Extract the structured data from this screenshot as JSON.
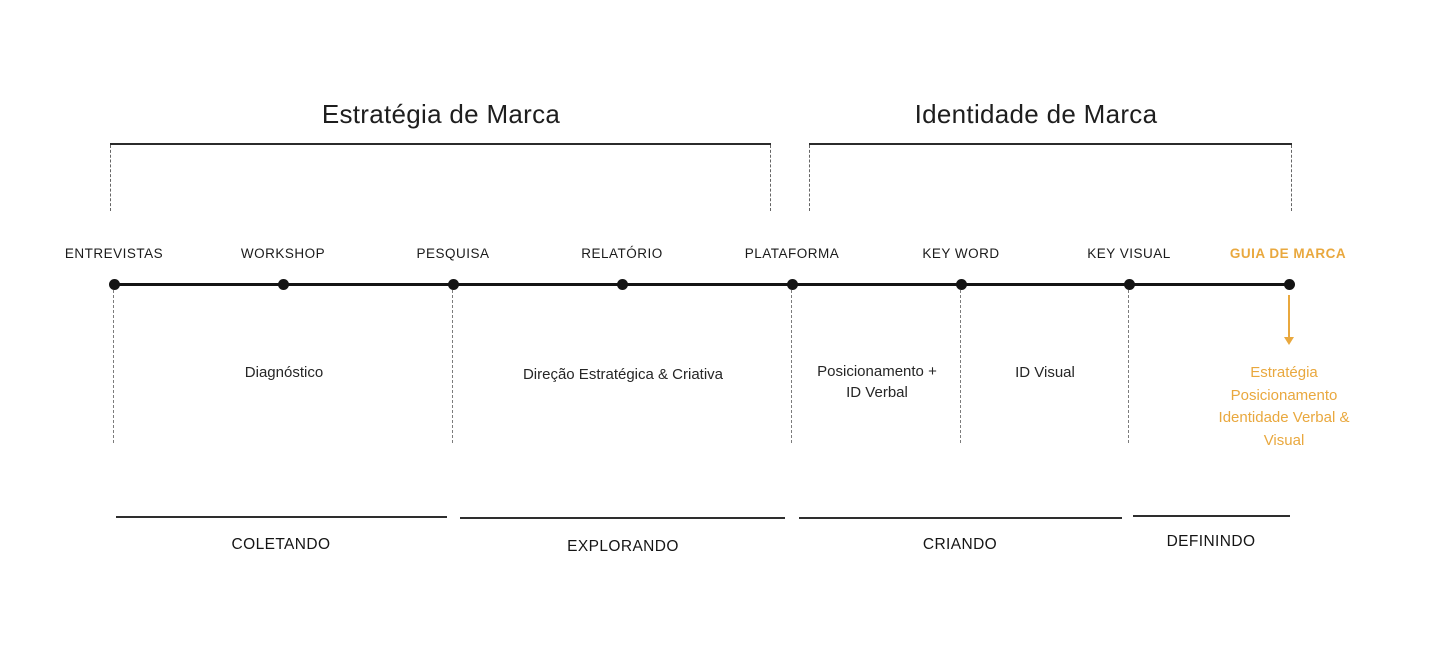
{
  "colors": {
    "accent_gold": "#E9A83E",
    "text_dark": "#1e1e1e",
    "line_dark": "#141414"
  },
  "sections": [
    {
      "title": "Estratégia de Marca"
    },
    {
      "title": "Identidade de Marca"
    }
  ],
  "timeline": {
    "stages": [
      {
        "label": "ENTREVISTAS"
      },
      {
        "label": "WORKSHOP"
      },
      {
        "label": "PESQUISA"
      },
      {
        "label": "RELATÓRIO"
      },
      {
        "label": "PLATAFORMA"
      },
      {
        "label": "KEY WORD"
      },
      {
        "label": "KEY VISUAL"
      },
      {
        "label": "GUIA DE MARCA"
      }
    ]
  },
  "deliverables": [
    {
      "text": "Diagnóstico"
    },
    {
      "text": "Direção Estratégica & Criativa"
    },
    {
      "text": "Posicionamento +\nID Verbal"
    },
    {
      "text": "ID Visual"
    },
    {
      "text": "Estratégia\nPosicionamento\nIdentidade Verbal &\nVisual"
    }
  ],
  "phases": [
    {
      "label": "COLETANDO"
    },
    {
      "label": "EXPLORANDO"
    },
    {
      "label": "CRIANDO"
    },
    {
      "label": "DEFININDO"
    }
  ]
}
